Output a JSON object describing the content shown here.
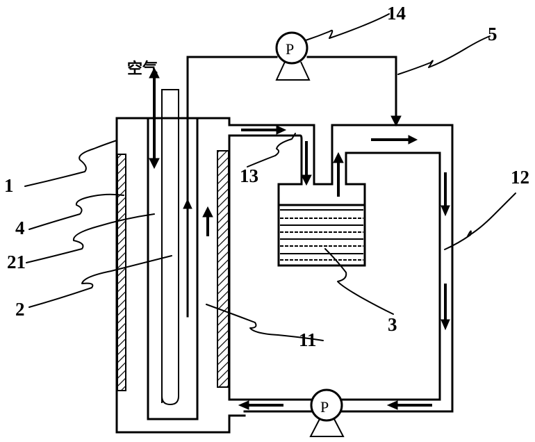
{
  "figure": {
    "kind": "schematic-diagram",
    "air_label": "空气",
    "pump_symbol": "P",
    "labels": [
      {
        "id": "1",
        "text": "1",
        "target": "outer-vessel"
      },
      {
        "id": "4",
        "text": "4",
        "target": "annular-chamber"
      },
      {
        "id": "21",
        "text": "21",
        "target": "inner-tube"
      },
      {
        "id": "2",
        "text": "2",
        "target": "central-tube"
      },
      {
        "id": "11",
        "text": "11",
        "target": "heating-jacket-channel"
      },
      {
        "id": "13",
        "text": "13",
        "target": "outlet-pipe"
      },
      {
        "id": "3",
        "text": "3",
        "target": "packed-bed"
      },
      {
        "id": "12",
        "text": "12",
        "target": "return-pipe"
      },
      {
        "id": "5",
        "text": "5",
        "target": "bypass-pipe"
      },
      {
        "id": "14",
        "text": "14",
        "target": "top-pump"
      }
    ],
    "flow_directions": {
      "air": "bidirectional-vertical",
      "top_outlet": "right",
      "into_bed": "down",
      "out_of_bed": "up",
      "top_right": "right",
      "right_side": "down",
      "bottom": "left",
      "annulus": "up"
    },
    "colors": {
      "stroke": "#000000",
      "background": "#ffffff"
    }
  }
}
